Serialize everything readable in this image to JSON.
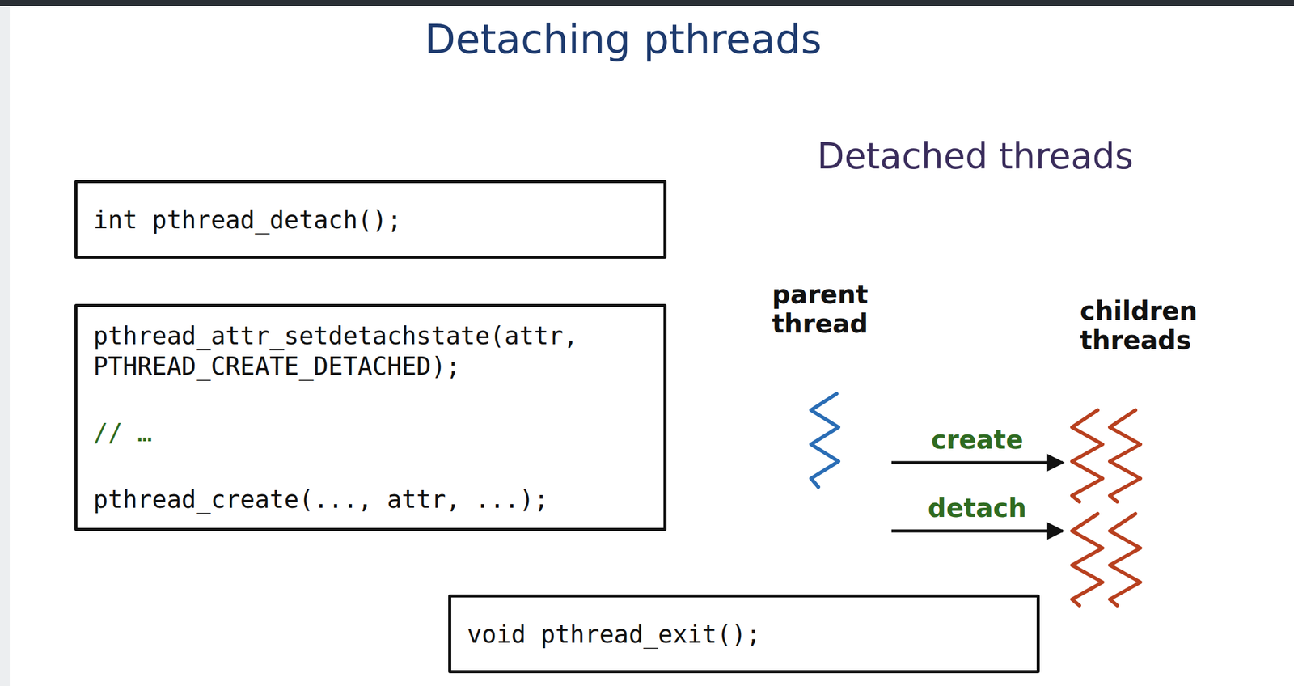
{
  "diagram": {
    "title": "Detaching pthreads",
    "nodes": [
      {
        "text": [
          "int pthread_detach();"
        ]
      },
      {
        "text": [
          "pthread_attr_setdetachstate(attr, PTHREAD_CREATE_DETACHED);",
          "// …",
          "pthread_create(..., attr, ...);"
        ]
      },
      {
        "text": [
          "void pthread_exit();"
        ]
      },
      {
        "text": [
          "parent thread"
        ]
      },
      {
        "text": [
          "children threads"
        ]
      }
    ],
    "edges": [
      {
        "from": 3,
        "to": 4,
        "label": "create",
        "arrow": "to"
      },
      {
        "from": 3,
        "to": 4,
        "label": "detach",
        "arrow": "to"
      }
    ],
    "labels": [
      "Detached threads"
    ]
  }
}
